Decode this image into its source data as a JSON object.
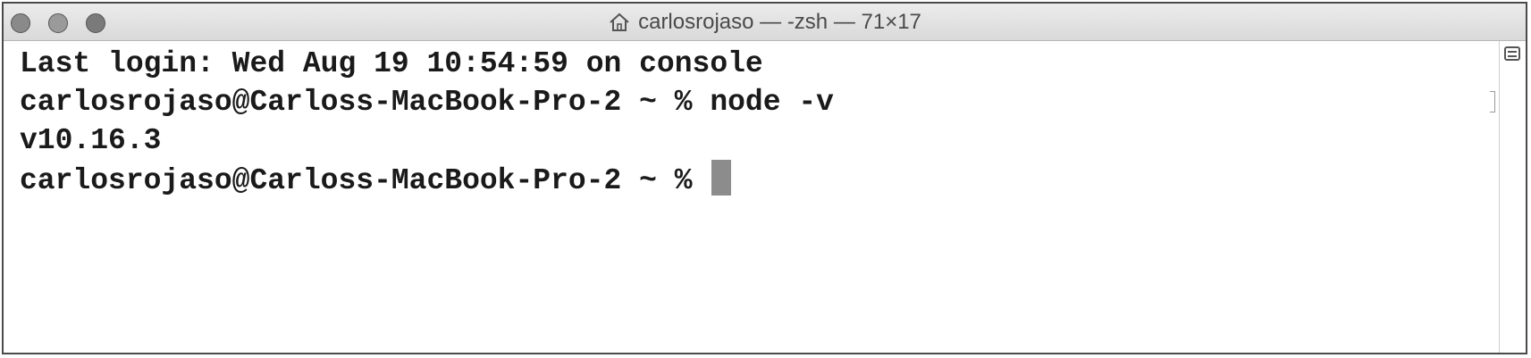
{
  "window": {
    "title": "carlosrojaso — -zsh — 71×17",
    "title_icon": "home-icon",
    "buttons": [
      "close",
      "minimize",
      "zoom"
    ]
  },
  "terminal": {
    "lines": [
      "Last login: Wed Aug 19 10:54:59 on console",
      "carlosrojaso@Carloss-MacBook-Pro-2 ~ % node -v",
      "v10.16.3",
      "carlosrojaso@Carloss-MacBook-Pro-2 ~ % "
    ]
  },
  "colors": {
    "text": "#1a1a1a",
    "cursor": "#8c8c8c",
    "titlebar": "#e0e0e0"
  }
}
